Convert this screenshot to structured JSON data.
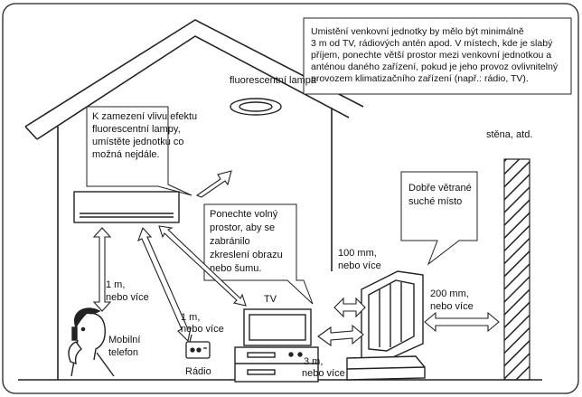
{
  "notes": {
    "placement": [
      "Umistění venkovní jednotky by mělo být minimálně",
      "3 m od TV, rádiových antén apod. V místech, kde je slabý",
      "příjem, ponechte větší prostor mezi venkovní jednotkou a",
      "anténou daného zařízení, pokud je jeho provoz ovlivnitelný",
      "provozem klimatizačního zařízení (např.: rádio, TV)."
    ],
    "fluorescent": [
      "K zamezení vlivu efektu",
      "fluorescentní lampy,",
      "umístěte jednotku co",
      "možná nejdále."
    ],
    "free_space": [
      "Ponechte volný",
      "prostor, aby se",
      "zabránilo",
      "zkreslení obrazu",
      "nebo šumu."
    ],
    "ventilation": [
      "Dobře větrané",
      "suché místo"
    ]
  },
  "labels": {
    "lamp": "fluorescentní lampa",
    "wall": "stěna, atd.",
    "tv": "TV",
    "radio": "Rádio",
    "phone": [
      "Mobilní",
      "telefon"
    ],
    "dist_ceiling_1m": [
      "1 m,",
      "nebo více"
    ],
    "dist_radio_1m": [
      "1 m,",
      "nebo více"
    ],
    "dist_100mm": [
      "100 mm,",
      "nebo více"
    ],
    "dist_200mm": [
      "200 mm,",
      "nebo více"
    ],
    "dist_3m": [
      "3 m,",
      "nebo více"
    ]
  },
  "icons": [
    "fluorescent-lamp-icon",
    "indoor-unit-icon",
    "tv-icon",
    "radio-icon",
    "mobile-phone-person-icon",
    "outdoor-unit-icon",
    "wall-icon"
  ]
}
